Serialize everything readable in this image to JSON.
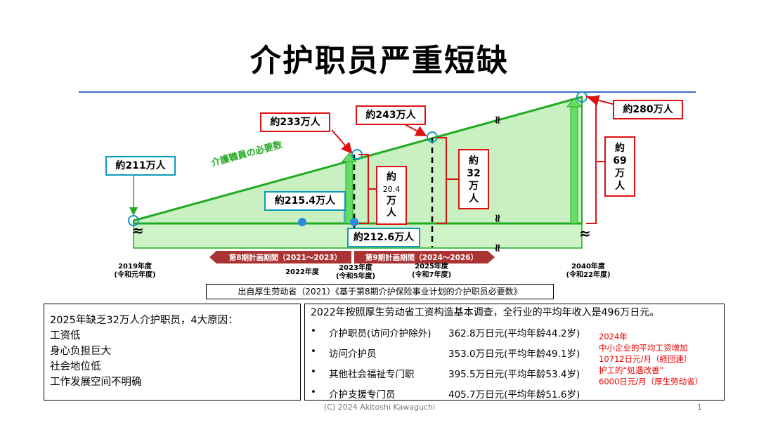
{
  "title": "介护职员严重短缺",
  "figure": {
    "trend_label": "介護職員の必要数",
    "boxes": {
      "y2019": "約211万人",
      "y2023": "約233万人",
      "y2025": "約243万人",
      "y2040": "約280万人",
      "mid2022": "約215.4万人",
      "low2023": "約212.6万人"
    },
    "gaps": {
      "g2023_a": "約",
      "g2023_b": "20.4",
      "g2023_c": "万",
      "g2023_d": "人",
      "g2025": [
        "約",
        "32",
        "万",
        "人"
      ],
      "g2040": [
        "約",
        "69",
        "万",
        "人"
      ]
    },
    "periods": {
      "p8": "第8期計画期間（2021～2023）",
      "p9": "第9期計画期間（2024～2026）"
    },
    "years": {
      "y2019a": "2019年度",
      "y2019b": "(令和元年度)",
      "y2022": "2022年度",
      "y2023a": "2023年度",
      "y2023b": "(令和5年度)",
      "y2025a": "2025年度",
      "y2025b": "(令和7年度)",
      "y2040a": "2040年度",
      "y2040b": "(令和22年度)"
    }
  },
  "source": "出自厚生劳动省（2021）《基于第8期介护保险事业计划的介护职员必要数》",
  "left_box": {
    "heading": "2025年缺乏32万人介护职员，4大原因：",
    "items": [
      "工资低",
      "身心负担巨大",
      "社会地位低",
      "工作发展空间不明确"
    ]
  },
  "right_box": {
    "heading": "2022年按照厚生劳动省工资构造基本调查，全行业的平均年收入是496万日元。",
    "rows": [
      {
        "name": "介护职员(访问介护除外)",
        "value": "362.8万日元(平均年龄44.2岁)"
      },
      {
        "name": "访问介护员",
        "value": "353.0万日元(平均年龄49.1岁)"
      },
      {
        "name": "其他社会福祉专门职",
        "value": "395.5万日元(平均年龄53.4岁)"
      },
      {
        "name": "介护支援专门员",
        "value": "405.7万日元(平均年龄51.6岁)"
      }
    ],
    "note": [
      "2024年",
      "中小企业的平均工资增加",
      "10712日元/月（経団連）",
      "护工的“処遇改善”",
      "6000日元/月（厚生劳动省）"
    ]
  },
  "footer": "(C) 2024 Akitoshi Kawaguchi",
  "page_number": "1"
}
